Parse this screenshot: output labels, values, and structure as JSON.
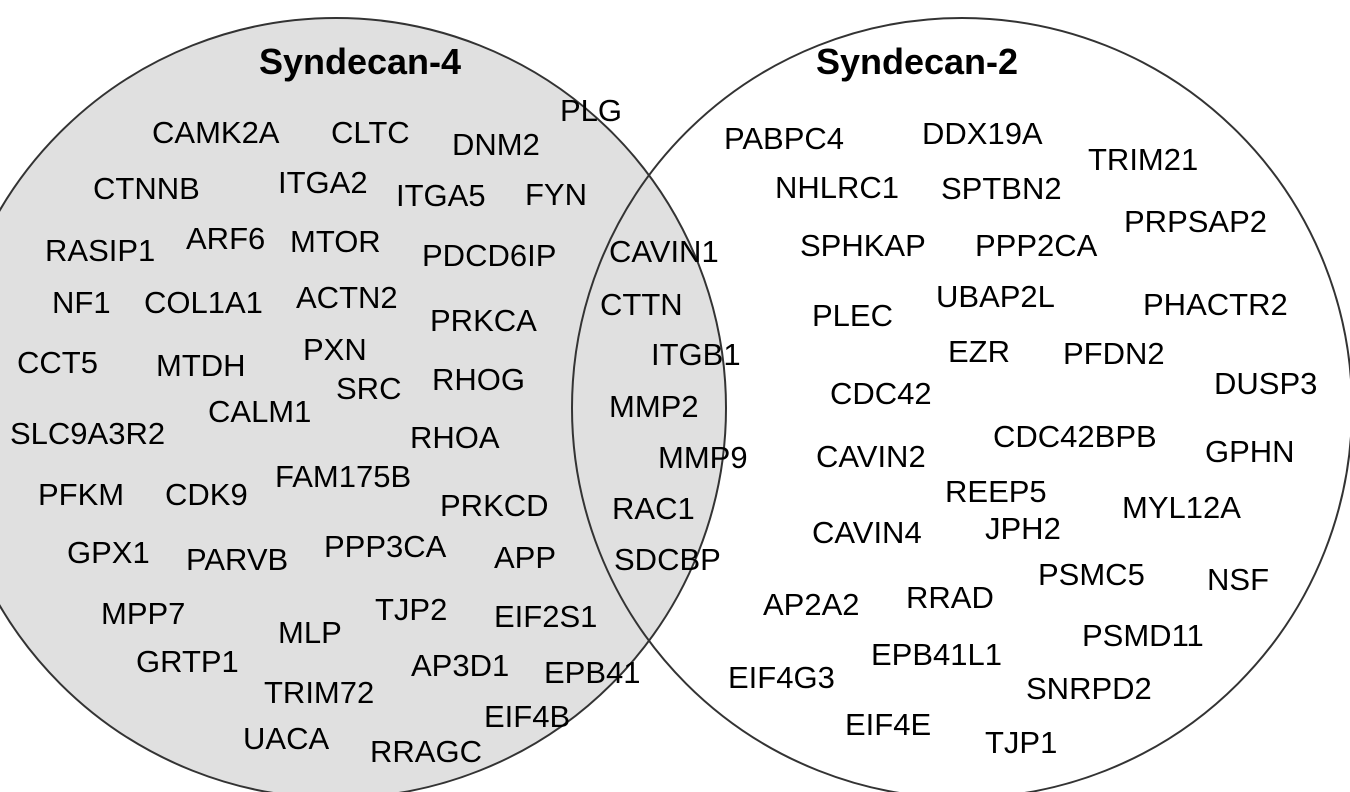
{
  "colors": {
    "fill_left": "#e0e0e0",
    "outline": "#333333",
    "text": "#000000"
  },
  "sets": {
    "left": {
      "title": "Syndecan-4",
      "genes": [
        "CAMK2A",
        "CLTC",
        "DNM2",
        "PLG",
        "CTNNB",
        "ITGA2",
        "ITGA5",
        "FYN",
        "RASIP1",
        "ARF6",
        "MTOR",
        "PDCD6IP",
        "NF1",
        "COL1A1",
        "ACTN2",
        "PRKCA",
        "CCT5",
        "MTDH",
        "PXN",
        "SRC",
        "RHOG",
        "SLC9A3R2",
        "CALM1",
        "RHOA",
        "PFKM",
        "CDK9",
        "FAM175B",
        "PRKCD",
        "GPX1",
        "PARVB",
        "PPP3CA",
        "APP",
        "MPP7",
        "MLP",
        "TJP2",
        "EIF2S1",
        "GRTP1",
        "AP3D1",
        "EPB41",
        "TRIM72",
        "EIF4B",
        "UACA",
        "RRAGC"
      ]
    },
    "overlap": {
      "genes": [
        "CAVIN1",
        "CTTN",
        "ITGB1",
        "MMP2",
        "MMP9",
        "RAC1",
        "SDCBP"
      ]
    },
    "right": {
      "title": "Syndecan-2",
      "genes": [
        "PABPC4",
        "DDX19A",
        "TRIM21",
        "NHLRC1",
        "SPTBN2",
        "PRPSAP2",
        "SPHKAP",
        "PPP2CA",
        "UBAP2L",
        "PHACTR2",
        "PLEC",
        "EZR",
        "PFDN2",
        "DUSP3",
        "CDC42",
        "CDC42BPB",
        "GPHN",
        "CAVIN2",
        "REEP5",
        "MYL12A",
        "CAVIN4",
        "JPH2",
        "PSMC5",
        "NSF",
        "AP2A2",
        "RRAD",
        "PSMD11",
        "EPB41L1",
        "EIF4G3",
        "SNRPD2",
        "EIF4E",
        "TJP1"
      ]
    }
  }
}
